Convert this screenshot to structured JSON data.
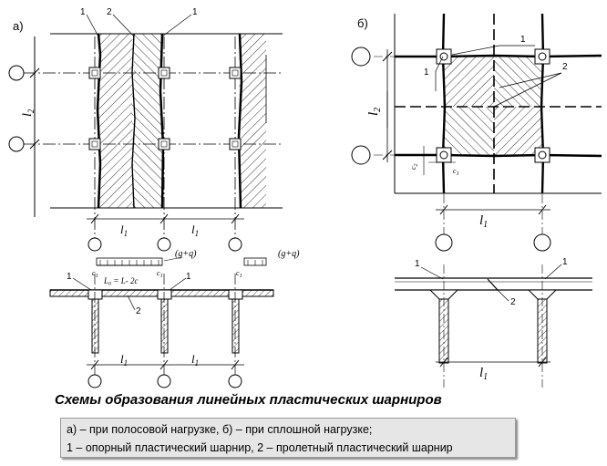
{
  "panel_a": {
    "label": "а)",
    "callout_1": "1",
    "callout_2": "2",
    "span_label": "l",
    "span_sub": "1",
    "height_label": "l",
    "height_sub": "2",
    "load_label": "(g+q)",
    "c_label": "c",
    "c_sub": "1",
    "inner_span": "L₀ = L- 2c"
  },
  "panel_b": {
    "label": "б)",
    "callout_1": "1",
    "callout_2": "2",
    "span_label": "l",
    "span_sub": "1",
    "height_label": "l",
    "height_sub": "2",
    "c1": "c",
    "c1_sub": "1",
    "c2": "c",
    "c2_sub": "2"
  },
  "caption": "Схемы образования линейных пластических шарниров",
  "legend": {
    "line1": "а) – при полосовой нагрузке,     б) – при сплошной нагрузке;",
    "line2": "1 – опорный пластический шарнир, 2 – пролетный пластический шарнир"
  }
}
